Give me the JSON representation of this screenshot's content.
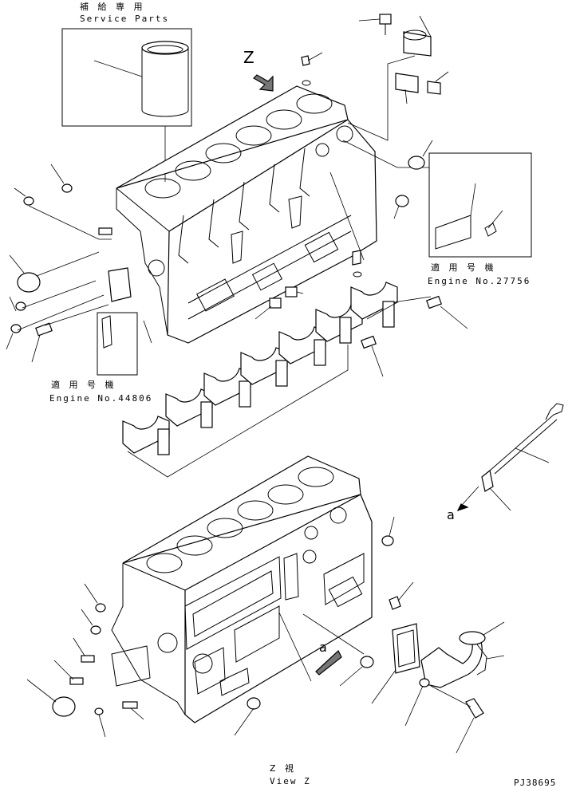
{
  "labels": {
    "service_parts_jp": "補 給 専 用",
    "service_parts_en": "Service Parts",
    "engine_no_27756_jp": "適 用 号 機",
    "engine_no_27756_en": "Engine No.27756",
    "engine_no_44806_jp": "適 用 号 機",
    "engine_no_44806_en": "Engine No.44806",
    "view_z_jp": "Z 視",
    "view_z_en": "View Z",
    "arrow_z": "Z",
    "arrow_a_upper": "a",
    "arrow_a_lower": "a",
    "drawing_number": "PJ38695"
  }
}
